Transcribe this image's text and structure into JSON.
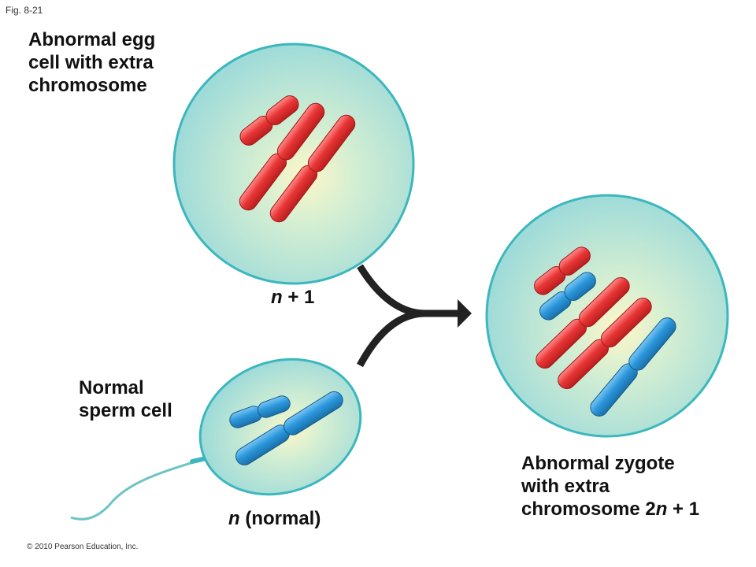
{
  "figure_label": "Fig. 8-21",
  "copyright": "© 2010 Pearson Education, Inc.",
  "colors": {
    "cell_fill": "#9fdbd9",
    "cell_stroke": "#3bb7bd",
    "cell_center": "#fdf7c8",
    "maternal_chromosome": "#e83535",
    "paternal_chromosome": "#2b97dc",
    "arrow": "#222222"
  },
  "egg": {
    "title_lines": [
      "Abnormal egg",
      "cell with extra",
      "chromosome"
    ],
    "ploidy": {
      "var": "n",
      "rest": " + 1"
    }
  },
  "sperm": {
    "title_lines": [
      "Normal",
      "sperm cell"
    ],
    "ploidy": {
      "var": "n",
      "rest": " (normal)"
    }
  },
  "zygote": {
    "title_lines": [
      "Abnormal zygote",
      "with extra"
    ],
    "title_last_prefix": "chromosome 2",
    "title_last_var": "n",
    "title_last_rest": " + 1"
  }
}
